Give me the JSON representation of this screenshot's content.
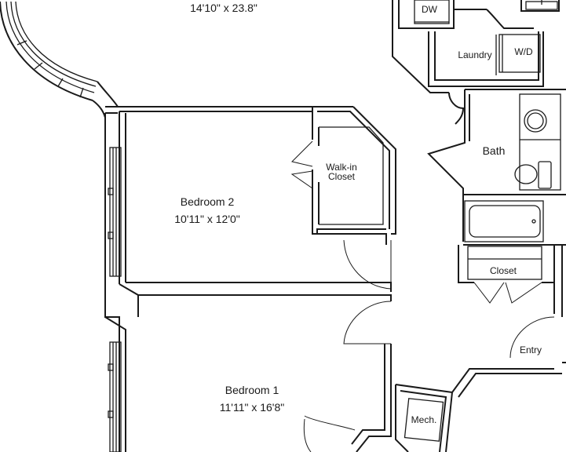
{
  "rooms": {
    "living": {
      "dims": "14'10\" x 23.8\""
    },
    "bedroom2": {
      "name": "Bedroom 2",
      "dims": "10'11\" x 12'0\""
    },
    "bedroom1": {
      "name": "Bedroom 1",
      "dims": "11'11\" x 16'8\""
    },
    "walkin": {
      "line1": "Walk-in",
      "line2": "Closet"
    },
    "bath": {
      "name": "Bath"
    },
    "closet": {
      "name": "Closet"
    },
    "laundry": {
      "name": "Laundry"
    },
    "entry": {
      "name": "Entry"
    },
    "mech": {
      "name": "Mech."
    }
  },
  "appliances": {
    "dishwasher": "DW",
    "washer_dryer": "W/D"
  }
}
